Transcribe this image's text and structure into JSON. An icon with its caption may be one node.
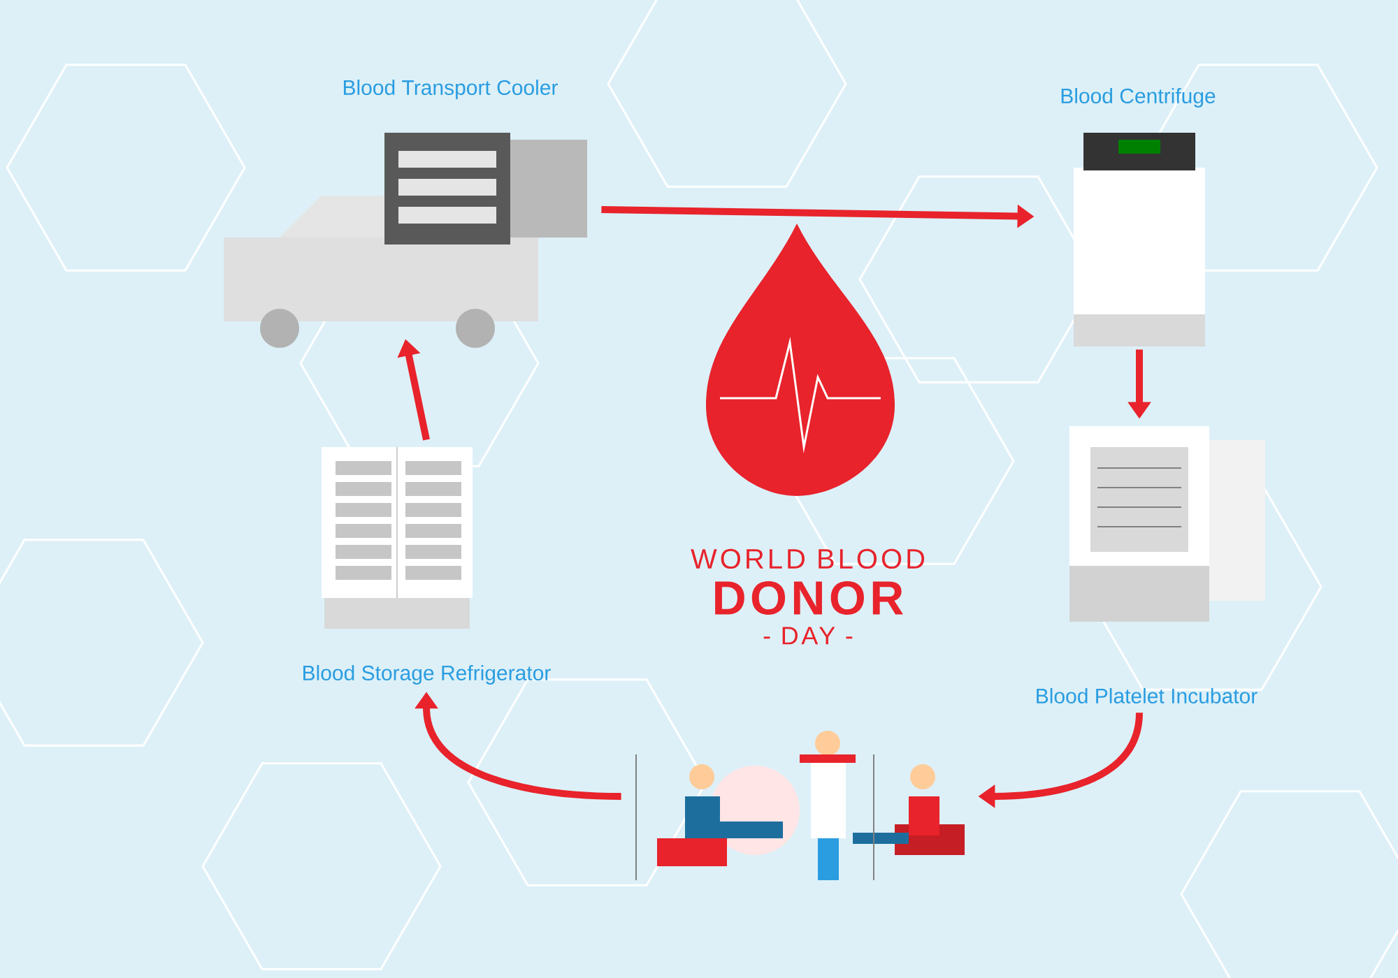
{
  "diagram": {
    "nodes": [
      {
        "text": [
          "Blood Transport Cooler"
        ]
      },
      {
        "text": [
          "Blood Centrifuge"
        ]
      },
      {
        "text": [
          "Blood Platelet Incubator"
        ]
      },
      {
        "text": [],
        "shape": "picture"
      },
      {
        "text": [
          "Blood Storage Refrigerator"
        ]
      }
    ],
    "edges": [
      {
        "from": 0,
        "to": 1,
        "arrow": "to"
      },
      {
        "from": 1,
        "to": 2,
        "arrow": "to"
      },
      {
        "from": 2,
        "to": 3,
        "arrow": "to"
      },
      {
        "from": 3,
        "to": 4,
        "arrow": "to"
      },
      {
        "from": 4,
        "to": 0,
        "arrow": "to"
      }
    ],
    "labels": [
      "WORLD BLOOD",
      "DONOR",
      "- DAY -"
    ]
  }
}
